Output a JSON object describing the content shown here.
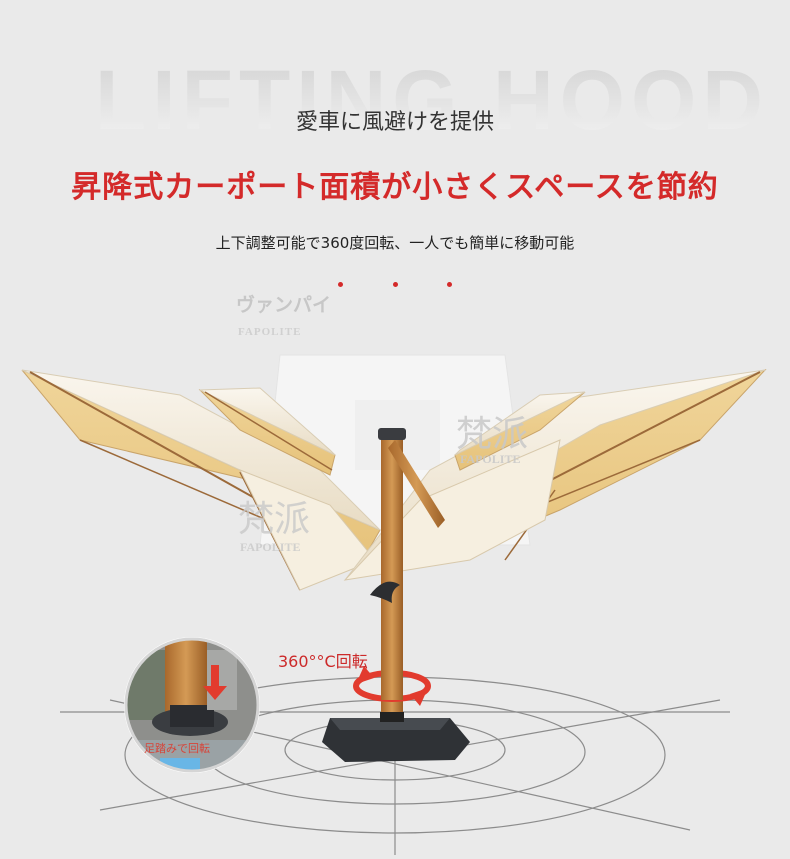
{
  "background_word": "LIFTING HOOD",
  "heading": "愛車に風避けを提供",
  "subheading": "昇降式カーポート面積が小さくスペースを節約",
  "description": "上下調整可能で360度回転、一人でも簡単に移動可能",
  "watermarks": {
    "brand_kana": "ヴァンパイ",
    "brand_latin": "FAPOLITE",
    "brand_kanji": "梵派"
  },
  "rotation_label": "360°°C回転",
  "inset_label": "足踏みで回転",
  "colors": {
    "accent_red": "#d42a2a",
    "canopy": "#f3ecdc",
    "wood": "#c88a45",
    "base": "#2f3236"
  }
}
